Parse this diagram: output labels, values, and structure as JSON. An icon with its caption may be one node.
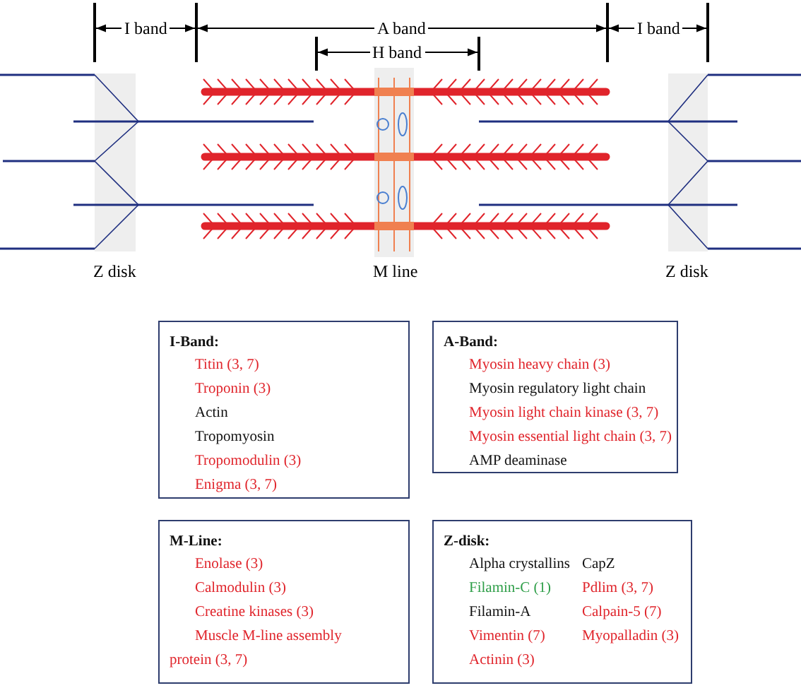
{
  "diagram": {
    "nodes": [
      {
        "text": [
          "I-Band:",
          "Titin (3, 7)",
          "Troponin (3)",
          "Actin",
          "Tropomyosin",
          "Tropomodulin (3)",
          "Enigma (3, 7)"
        ]
      },
      {
        "text": [
          "A-Band:",
          "Myosin heavy chain (3)",
          "Myosin regulatory light chain",
          "Myosin light chain kinase (3, 7)",
          "Myosin essential light chain (3, 7)",
          "AMP deaminase"
        ]
      },
      {
        "text": [
          "M-Line:",
          "Enolase (3)",
          "Calmodulin (3)",
          "Creatine kinases (3)",
          "Muscle M-line assembly protein (3, 7)"
        ]
      },
      {
        "text": [
          "Z-disk:",
          "Alpha crystallins",
          "Filamin-C (1)",
          "Filamin-A",
          "Vimentin (7)",
          "Actinin (3)",
          "CapZ",
          "Pdlim (3, 7)",
          "Calpain-5 (7)",
          "Myopalladin (3)"
        ]
      }
    ],
    "edges": [],
    "labels": [
      "I band",
      "A band",
      "I band",
      "H band",
      "Z disk",
      "M line",
      "Z disk"
    ]
  }
}
